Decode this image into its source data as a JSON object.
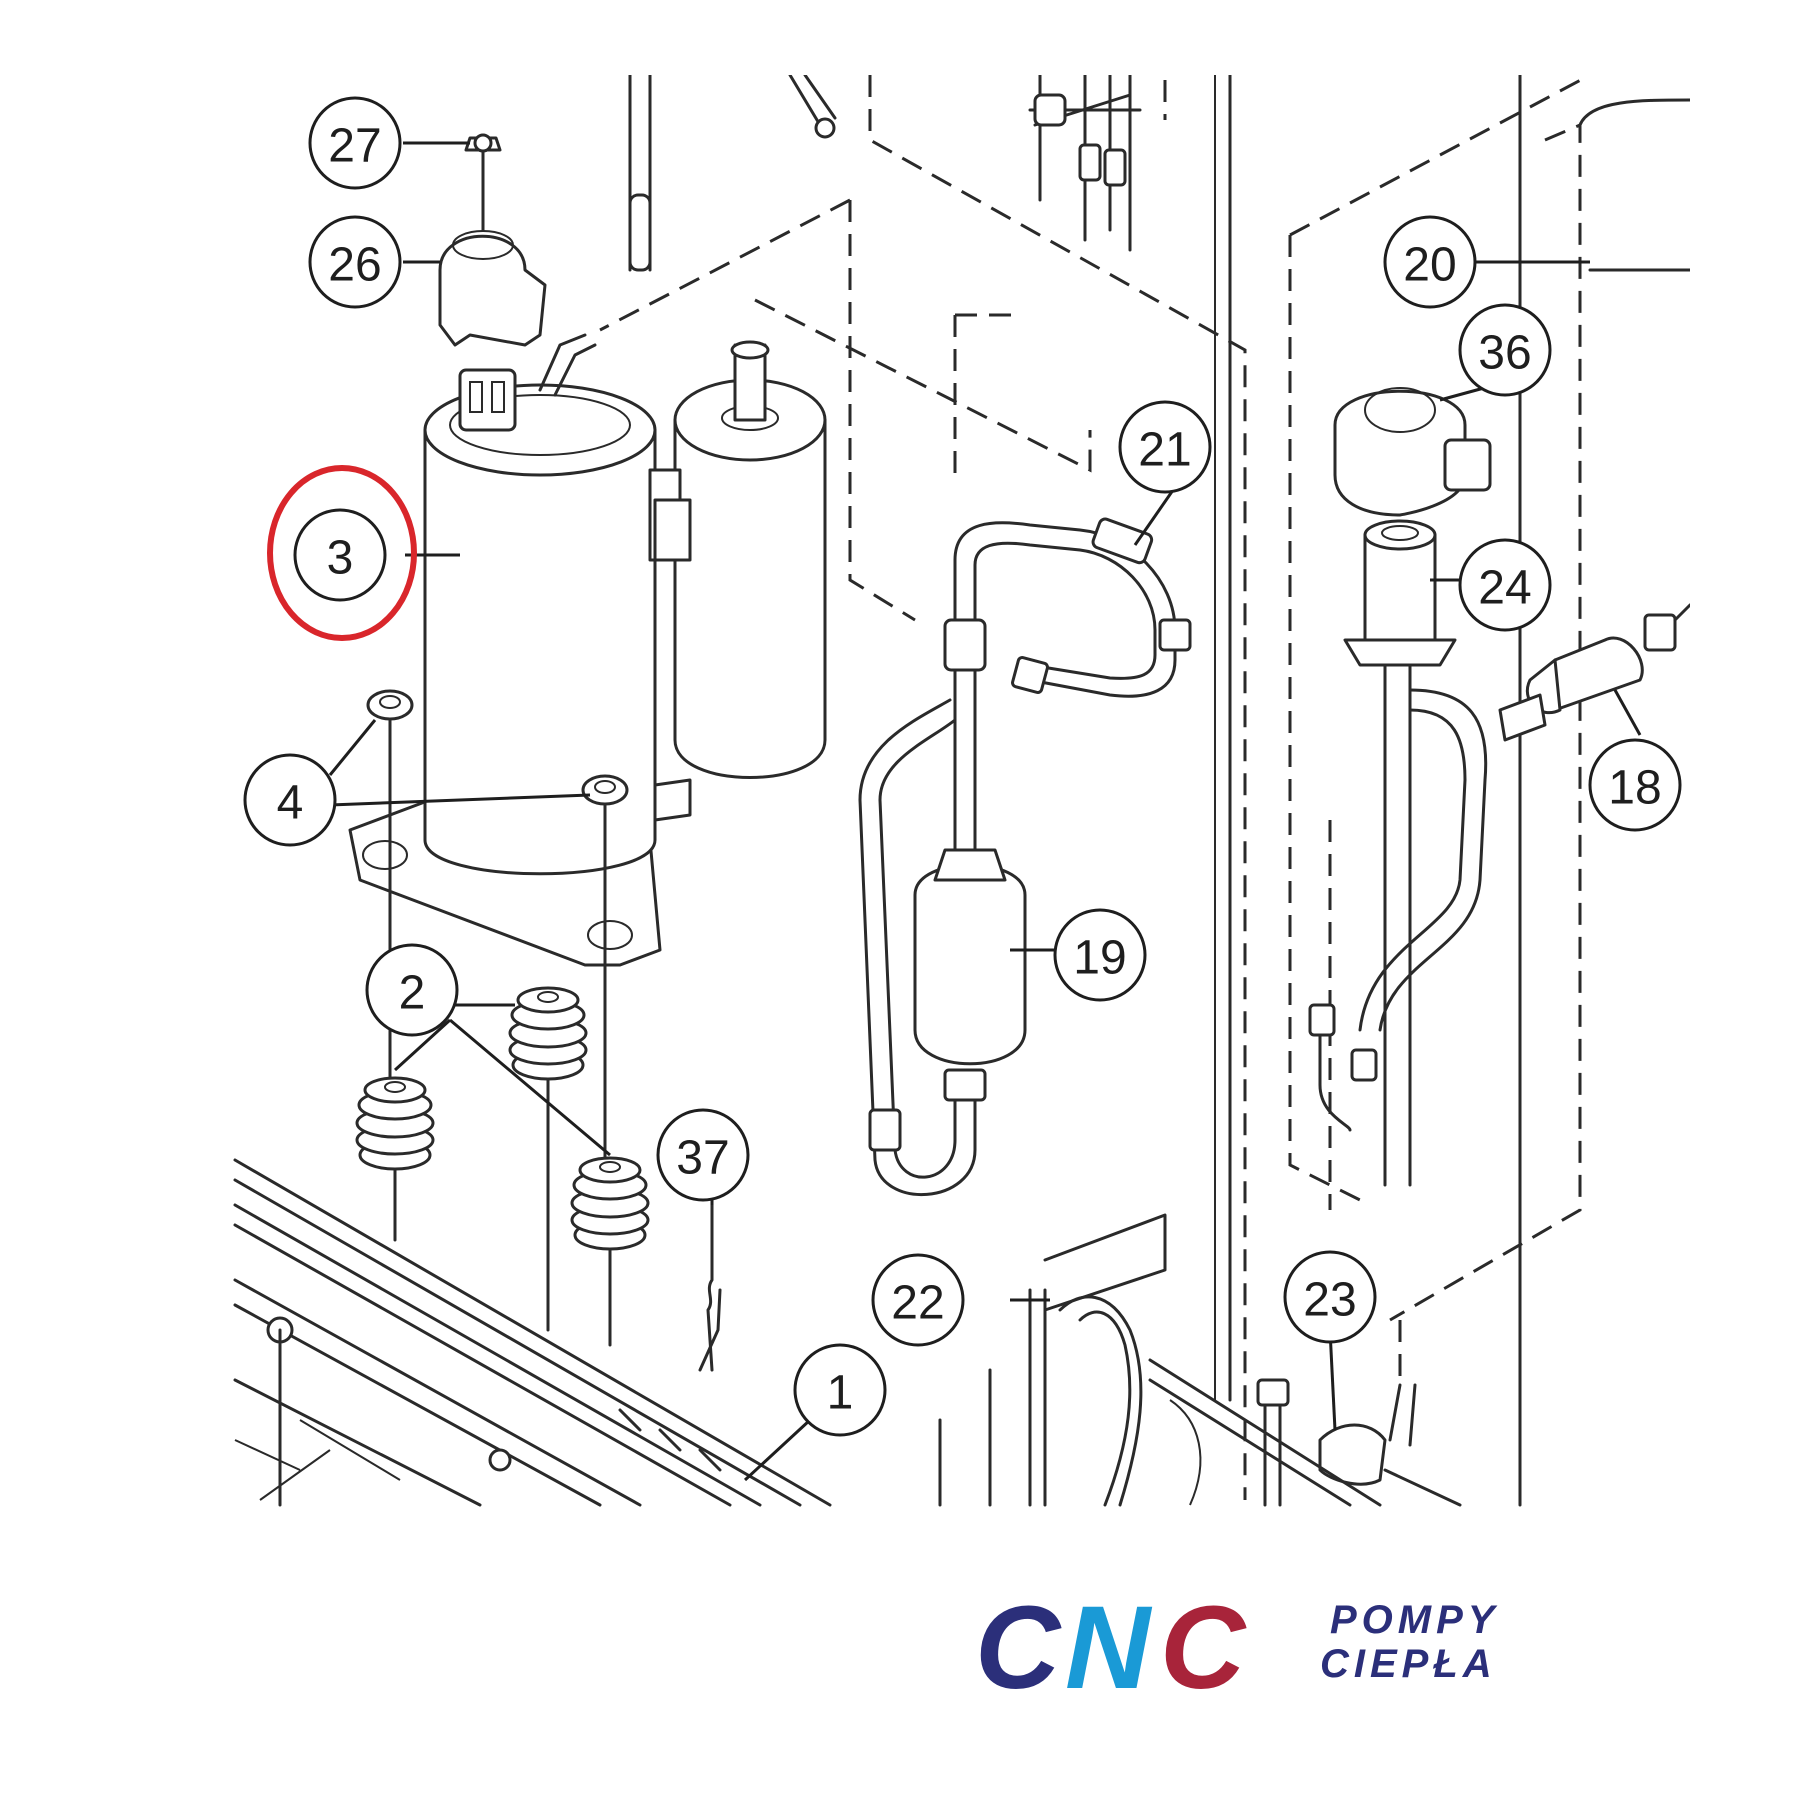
{
  "diagram": {
    "callouts": [
      {
        "id": "27",
        "label": "27"
      },
      {
        "id": "26",
        "label": "26"
      },
      {
        "id": "3",
        "label": "3",
        "highlighted": true
      },
      {
        "id": "4",
        "label": "4"
      },
      {
        "id": "2",
        "label": "2"
      },
      {
        "id": "37",
        "label": "37"
      },
      {
        "id": "1",
        "label": "1"
      },
      {
        "id": "21",
        "label": "21"
      },
      {
        "id": "19",
        "label": "19"
      },
      {
        "id": "22",
        "label": "22"
      },
      {
        "id": "20",
        "label": "20"
      },
      {
        "id": "36",
        "label": "36"
      },
      {
        "id": "24",
        "label": "24"
      },
      {
        "id": "18",
        "label": "18"
      },
      {
        "id": "23",
        "label": "23"
      }
    ],
    "highlight_color": "#d9262b"
  },
  "logo": {
    "letters": [
      "C",
      "N",
      "C"
    ],
    "letter_colors": [
      "#2b2f7a",
      "#1a9ad6",
      "#a8243a"
    ],
    "line1": "POMPY",
    "line2": "CIEPŁA",
    "text_color": "#2b2f7a"
  }
}
